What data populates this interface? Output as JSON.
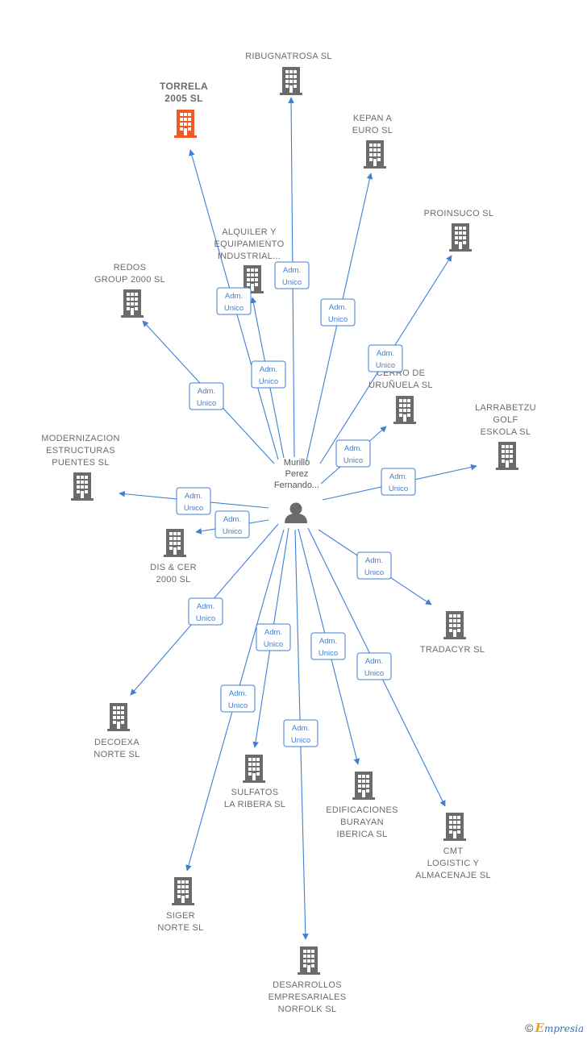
{
  "person": {
    "label_lines": [
      "Murillo",
      "Perez",
      "Fernando..."
    ]
  },
  "relation_label_lines": [
    "Adm.",
    "Unico"
  ],
  "colors": {
    "edge": "#3f7fd4",
    "building": "#6b6b6b",
    "highlight": "#f05a28"
  },
  "companies": [
    {
      "id": "torrela",
      "lines": [
        "TORRELA",
        "2005 SL"
      ],
      "highlight": true
    },
    {
      "id": "ribugnatrosa",
      "lines": [
        "RIBUGNATROSA SL"
      ]
    },
    {
      "id": "kepan",
      "lines": [
        "KEPAN A",
        "EURO SL"
      ]
    },
    {
      "id": "proinsuco",
      "lines": [
        "PROINSUCO SL"
      ]
    },
    {
      "id": "alquiler",
      "lines": [
        "ALQUILER Y",
        "EQUIPAMIENTO",
        "INDUSTRIAL..."
      ]
    },
    {
      "id": "redos",
      "lines": [
        "REDOS",
        "GROUP 2000 SL"
      ]
    },
    {
      "id": "cerro",
      "lines": [
        "CERRO DE",
        "URUÑUELA SL"
      ]
    },
    {
      "id": "larrabetzu",
      "lines": [
        "LARRABETZU",
        "GOLF",
        "ESKOLA SL"
      ]
    },
    {
      "id": "modernizacion",
      "lines": [
        "MODERNIZACION",
        "ESTRUCTURAS",
        "PUENTES SL"
      ]
    },
    {
      "id": "discer",
      "lines": [
        "DIS & CER",
        "2000 SL"
      ]
    },
    {
      "id": "tradacyr",
      "lines": [
        "TRADACYR SL"
      ]
    },
    {
      "id": "decoexa",
      "lines": [
        "DECOEXA",
        "NORTE SL"
      ]
    },
    {
      "id": "sulfatos",
      "lines": [
        "SULFATOS",
        "LA RIBERA  SL"
      ]
    },
    {
      "id": "edificaciones",
      "lines": [
        "EDIFICACIONES",
        "BURAYAN",
        "IBERICA SL"
      ]
    },
    {
      "id": "cmt",
      "lines": [
        "CMT",
        "LOGISTIC Y",
        "ALMACENAJE SL"
      ]
    },
    {
      "id": "siger",
      "lines": [
        "SIGER",
        "NORTE SL"
      ]
    },
    {
      "id": "desarrollos",
      "lines": [
        "DESARROLLOS",
        "EMPRESARIALES",
        "NORFOLK SL"
      ]
    }
  ],
  "watermark": {
    "symbol": "©",
    "brand_first": "E",
    "brand_rest": "mpresia"
  }
}
